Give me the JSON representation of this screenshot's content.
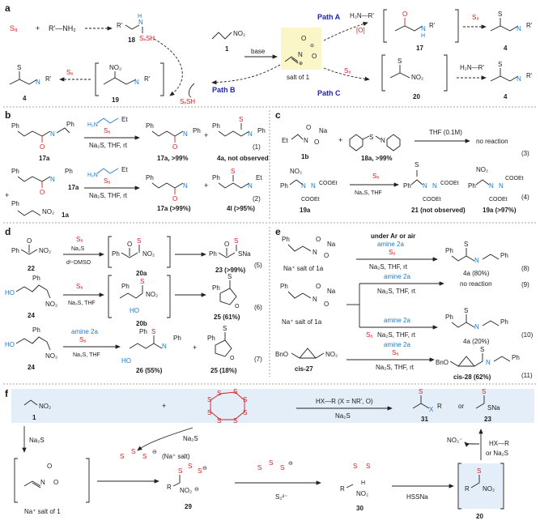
{
  "panels": {
    "a": "a",
    "b": "b",
    "c": "c",
    "d": "d",
    "e": "e",
    "f": "f"
  },
  "path_labels": {
    "A": "Path A",
    "B": "Path B",
    "C": "Path C"
  },
  "reagents": {
    "S8": "S₈",
    "SxSH": "SₓSH",
    "base": "base",
    "ox": "[O]",
    "Na2S": "Na₂S",
    "Na2S_THF_rt": "Na₂S, THF, rt",
    "Na2S_THF": "Na₂S, THF",
    "THF01": "THF (0.1M)",
    "d6DMSO": "d⁶-DMSO",
    "amine2a": "amine 2a",
    "underAr": "under Ar or air",
    "HXR": "HX—R  (X = NR', O)",
    "HXR_short": "HX—R",
    "orNa2S": "or Na₂S",
    "HSSNa": "HSSNa",
    "S2": "S₂²⁻",
    "NO2m": "NO₂⁻",
    "Na_salt": "(Na⁺ salt)",
    "or": "or"
  },
  "compounds": {
    "c1": "1",
    "c4": "4",
    "c17": "17",
    "c18": "18",
    "c19": "19",
    "c20": "20",
    "salt1": "salt of 1",
    "c1b": "1b",
    "c18a": "18a, >99%",
    "c17a": "17a",
    "c17a_r1": "17a, >99%",
    "c4a_r1": "4a, not observed",
    "c1a": "1a",
    "c17a_r2": "17a (>99%)",
    "c4l_r2": "4l (>95%)",
    "c19a": "19a",
    "c21": "21 (not observed)",
    "c19a_r4": "19a (>97%)",
    "c22": "22",
    "c20a": "20a",
    "c23": "23 (>99%)",
    "c24": "24",
    "c20b": "20b",
    "c25": "25 (61%)",
    "c26": "26 (55%)",
    "c25b": "25 (18%)",
    "naSalt1a": "Na⁺ salt of 1a",
    "c4a_80": "4a (80%)",
    "c4a_20": "4a (20%)",
    "cis27": "cis-27",
    "cis28": "cis-28 (62%)",
    "f1": "1",
    "fNaSalt1": "Na⁺ salt of 1",
    "f29": "29",
    "f30": "30",
    "f20": "20",
    "f31": "31",
    "f23": "23"
  },
  "outcomes": {
    "noreaction": "no reaction"
  },
  "eq": {
    "e1": "(1)",
    "e2": "(2)",
    "e3": "(3)",
    "e4": "(4)",
    "e5": "(5)",
    "e6": "(6)",
    "e7": "(7)",
    "e8": "(8)",
    "e9": "(9)",
    "e10": "(10)",
    "e11": "(11)"
  },
  "atoms": {
    "S": "S",
    "N": "N",
    "O": "O",
    "H": "H",
    "Na": "Na",
    "NO2": "NO₂",
    "Ph": "Ph",
    "Et": "Et",
    "R": "R",
    "Rp": "R'",
    "X": "X",
    "SNa": "SNa",
    "NH2": "NH₂",
    "HO": "HO",
    "BnO": "BnO",
    "COOEt": "COOEt",
    "H2N": "H₂N",
    "NH": "NH",
    "Rp_NH2": "R'—NH₂",
    "H2N_Rp": "H₂N—R'",
    "N_plus": "N",
    "plus": "⊕",
    "minus": "⊖",
    "sub3": "3",
    "sub2": "2"
  }
}
